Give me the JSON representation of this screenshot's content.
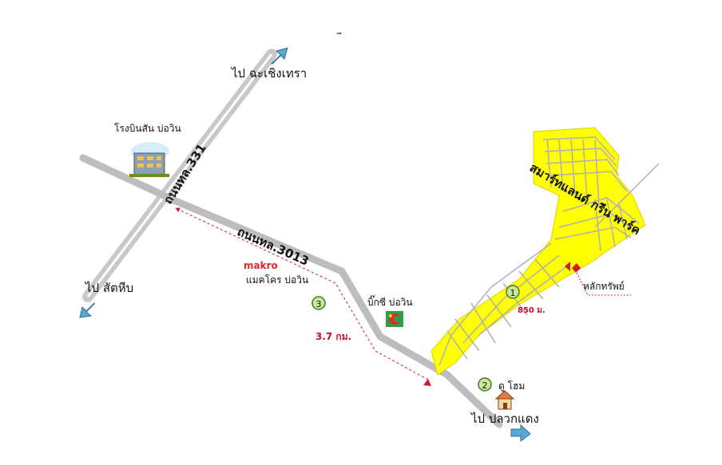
{
  "map": {
    "direction_labels": {
      "north_east": "ไป ฉะเชิงเทรา",
      "south_west": "ไป สัตหีบ",
      "south_east": "ไป ปลวกแดง"
    },
    "roads": {
      "road_331": "ถนนทล.331",
      "road_3013": "ถนนทล.3013"
    },
    "places": {
      "airport": "โรงบินสัน บ่อวิน",
      "makro_logo": "makro",
      "makro": "แมคโคร บ่อวิน",
      "bigc": "บิ๊กซี บ่อวิน",
      "home": "ดู โฮม",
      "project": "สมาร์ทแลนด์ กรีน พาร์ค",
      "landmark": "หลักทรัพย์"
    },
    "markers": {
      "m1": "1",
      "m2": "2",
      "m3": "3"
    },
    "distances": {
      "from_331": "3.7 กม.",
      "inside": "850 ม."
    },
    "colors": {
      "project_fill": "#ffff00",
      "road_gray": "#c0c0c0",
      "route_red": "#d0192b",
      "marker_green": "#c9e89a",
      "arrow_blue": "#5aa7d4"
    },
    "icons": [
      "building-icon",
      "bigc-logo-icon",
      "house-icon",
      "blue-arrow-icon",
      "location-marker-icon"
    ]
  }
}
